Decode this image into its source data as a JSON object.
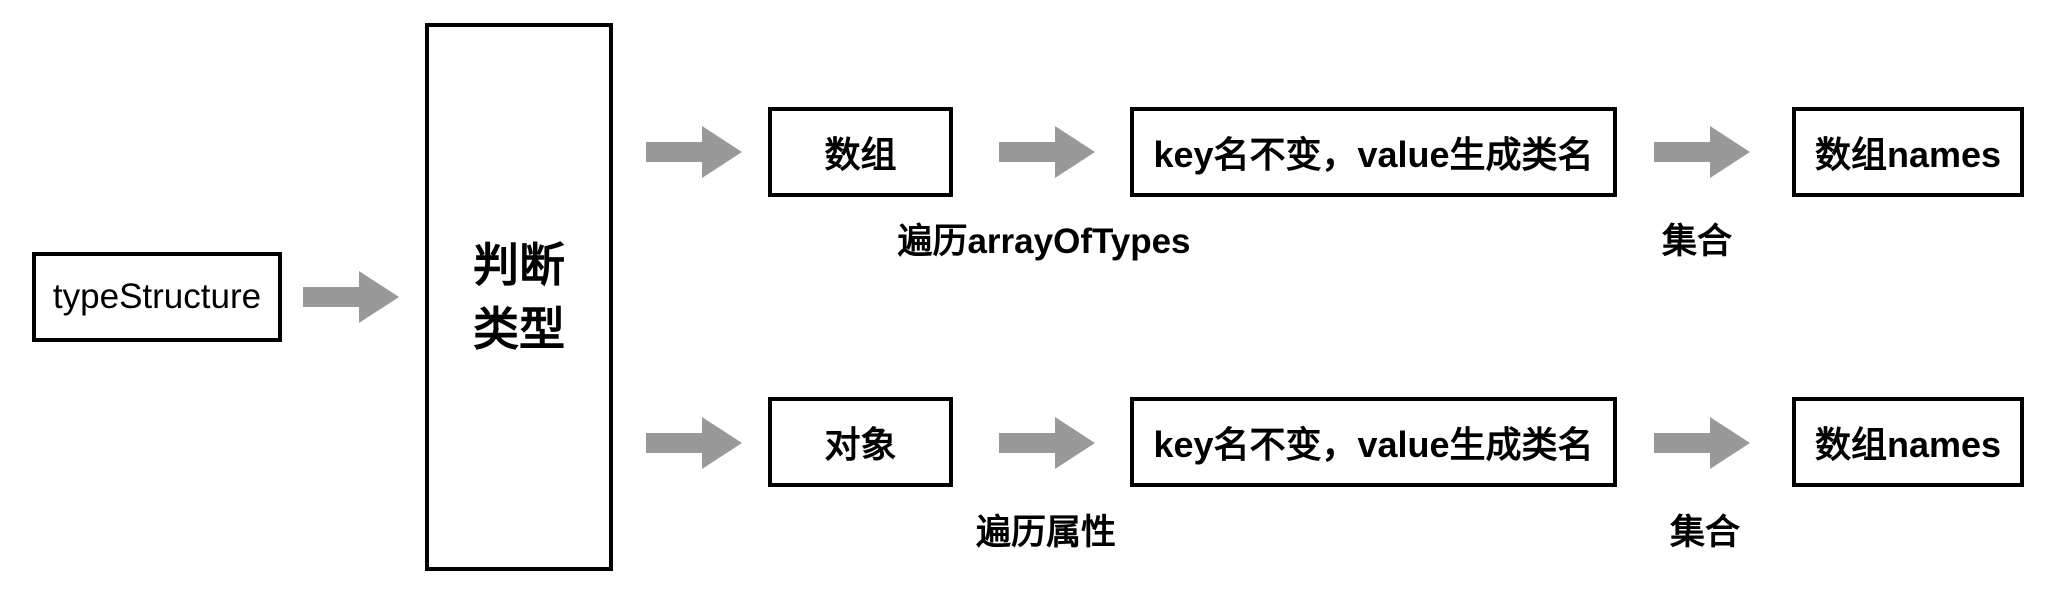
{
  "diagram": {
    "start": {
      "label": "typeStructure"
    },
    "decision": {
      "line1": "判断",
      "line2": "类型"
    },
    "branches": [
      {
        "type_box": "数组",
        "process_box": "key名不变，value生成类名",
        "result_box": "数组names",
        "iterate_label": "遍历arrayOfTypes",
        "collect_label": "集合"
      },
      {
        "type_box": "对象",
        "process_box": "key名不变，value生成类名",
        "result_box": "数组names",
        "iterate_label": "遍历属性",
        "collect_label": "集合"
      }
    ]
  },
  "colors": {
    "background": "#ffffff",
    "box_border": "#000000",
    "text": "#000000",
    "arrow": "#999999"
  }
}
